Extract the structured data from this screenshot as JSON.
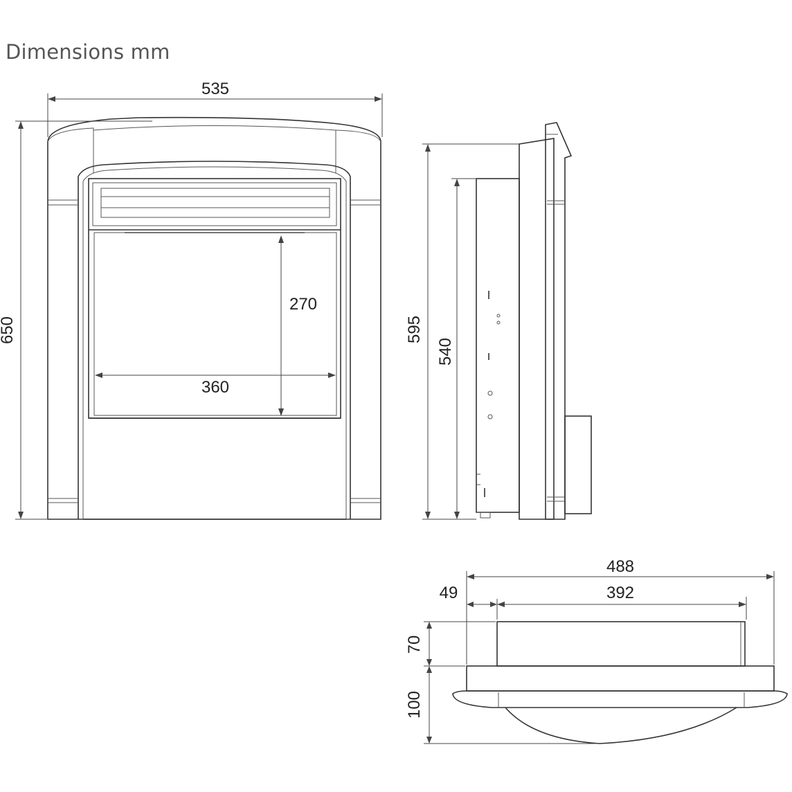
{
  "title": "Dimensions mm",
  "dimensions": {
    "front_width": "535",
    "front_height": "650",
    "opening_height": "270",
    "opening_width": "360",
    "side_height": "595",
    "side_inner_height": "540",
    "top_total_width": "488",
    "top_offset": "49",
    "top_inner_width": "392",
    "top_depth_upper": "70",
    "top_depth_lower": "100"
  }
}
